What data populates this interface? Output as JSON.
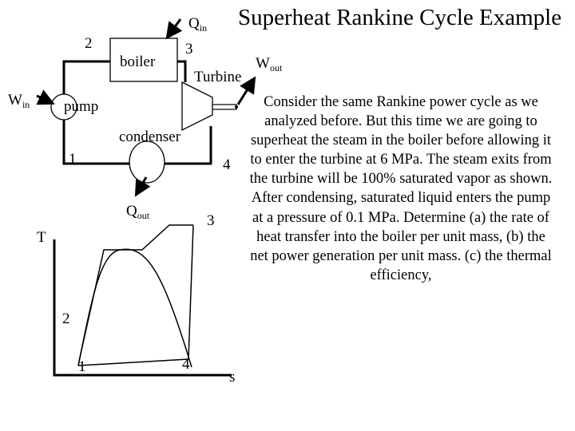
{
  "title": "Superheat Rankine Cycle Example",
  "schematic": {
    "q_in": {
      "main": "Q",
      "sub": "in"
    },
    "w_out": {
      "main": "W",
      "sub": "out"
    },
    "w_in": {
      "main": "W",
      "sub": "in"
    },
    "q_out": {
      "main": "Q",
      "sub": "out"
    },
    "boiler": "boiler",
    "turbine": "Turbine",
    "pump": "pump",
    "condenser": "condenser",
    "state_2": "2",
    "state_3": "3",
    "state_1": "1",
    "state_4": "4"
  },
  "ts_diagram": {
    "y_axis_label": "T",
    "x_axis_label": "s",
    "state_1": "1",
    "state_2": "2",
    "state_3": "3",
    "state_4": "4"
  },
  "problem": "Consider the same Rankine power cycle as we analyzed before. But this time we are going to superheat the steam in the boiler before allowing it to enter the turbine at 6 MPa. The steam exits from the turbine will be 100% saturated vapor as shown. After condensing, saturated liquid enters the pump at a pressure of 0.1 MPa. Determine (a) the rate of heat transfer into the boiler per unit mass, (b) the net power generation per unit mass. (c) the thermal efficiency,"
}
